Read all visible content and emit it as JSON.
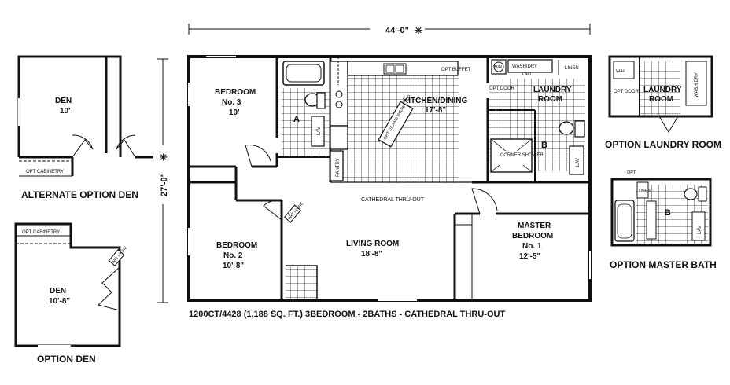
{
  "dimensions": {
    "width": "44'-0\"",
    "depth": "27'-0\"",
    "marker": "✳"
  },
  "rooms": {
    "bedroom3": {
      "name": "BEDROOM",
      "number": "No. 3",
      "size": "10'"
    },
    "kitchen_dining": {
      "name": "KITCHEN/DINING",
      "size": "17'-8\""
    },
    "laundry": {
      "name": "LAUNDRY",
      "name2": "ROOM"
    },
    "bedroom2": {
      "name": "BEDROOM",
      "number": "No. 2",
      "size": "10'-8\""
    },
    "living": {
      "name": "LIVING ROOM",
      "size": "18'-8\""
    },
    "master": {
      "name": "MASTER",
      "name2": "BEDROOM",
      "number": "No. 1",
      "size": "12'-5\""
    },
    "bath_a": "A",
    "bath_b": "B"
  },
  "labels": {
    "opt_buffet": "OPT BUFFET",
    "wh": "W/H",
    "washer_dryer": "WASH/DRY",
    "opt": "OPT",
    "linen": "LINEN",
    "opt_door": "OPT DOOR",
    "pantry": "PANTRY",
    "lav": "LAV",
    "corner_shower": "CORNER SHOWER",
    "opt_island": "OPT ISLAND W/UNK TOP",
    "cathedral": "CATHEDRAL THRU-OUT",
    "art_niche": "ART NICHE",
    "opt_cabinetry": "OPT CABINETRY",
    "linen_label": "LINEN"
  },
  "options": {
    "alternate_den": {
      "title": "ALTERNATE OPTION DEN",
      "room": "DEN",
      "size": "10'",
      "cabinetry": "OPT CABINETRY"
    },
    "option_den": {
      "title": "OPTION DEN",
      "room": "DEN",
      "size": "10'-8\"",
      "cabinetry": "OPT CABINETRY",
      "niche": "ART NICHE"
    },
    "option_laundry": {
      "title": "OPTION LAUNDRY ROOM",
      "room": "LAUNDRY",
      "room2": "ROOM"
    },
    "option_master_bath": {
      "title": "OPTION MASTER BATH",
      "bath": "B"
    }
  },
  "caption": "1200CT/4428 (1,188 SQ. FT.) 3BEDROOM - 2BATHS - CATHEDRAL THRU-OUT"
}
